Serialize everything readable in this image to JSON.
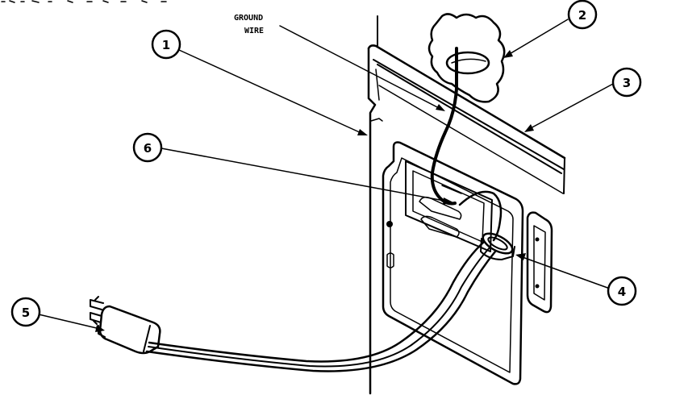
{
  "label_text": {
    "line1": "GROUND",
    "line2": "WIRE"
  },
  "callouts": [
    {
      "id": "1",
      "label": "1"
    },
    {
      "id": "2",
      "label": "2"
    },
    {
      "id": "3",
      "label": "3"
    },
    {
      "id": "4",
      "label": "4"
    },
    {
      "id": "5",
      "label": "5"
    },
    {
      "id": "6",
      "label": "6"
    }
  ]
}
